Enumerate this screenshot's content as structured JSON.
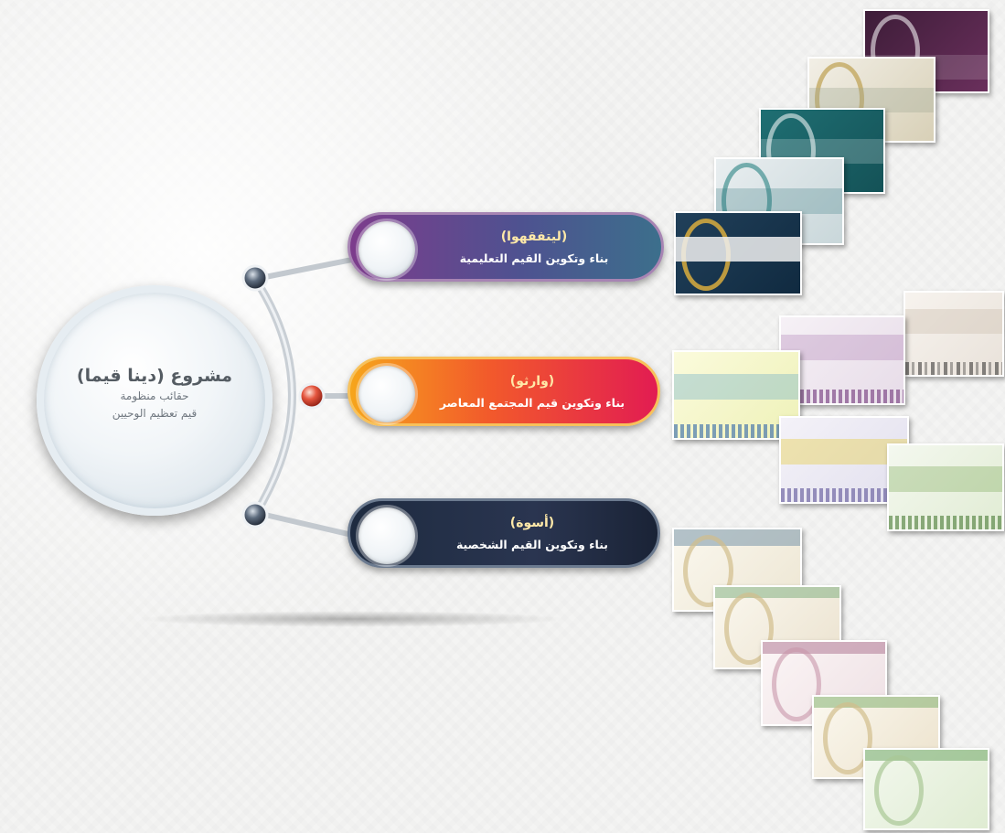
{
  "center": {
    "title": "مشروع (دينا قيما)",
    "line1": "حقائب منظومة",
    "line2": "قيم تعظيم الوحيين"
  },
  "branches": [
    {
      "subtitle": "(ليتفقهوا)",
      "title": "بناء وتكوين القيم التعليمية",
      "color": "#5a3f8f"
    },
    {
      "subtitle": "(وارثو)",
      "title": "بناء وتكوين قيم المجتمع المعاصر",
      "color": "#f04a33"
    },
    {
      "subtitle": "(أسوة)",
      "title": "بناء وتكوين القيم الشخصية",
      "color": "#243049"
    }
  ]
}
